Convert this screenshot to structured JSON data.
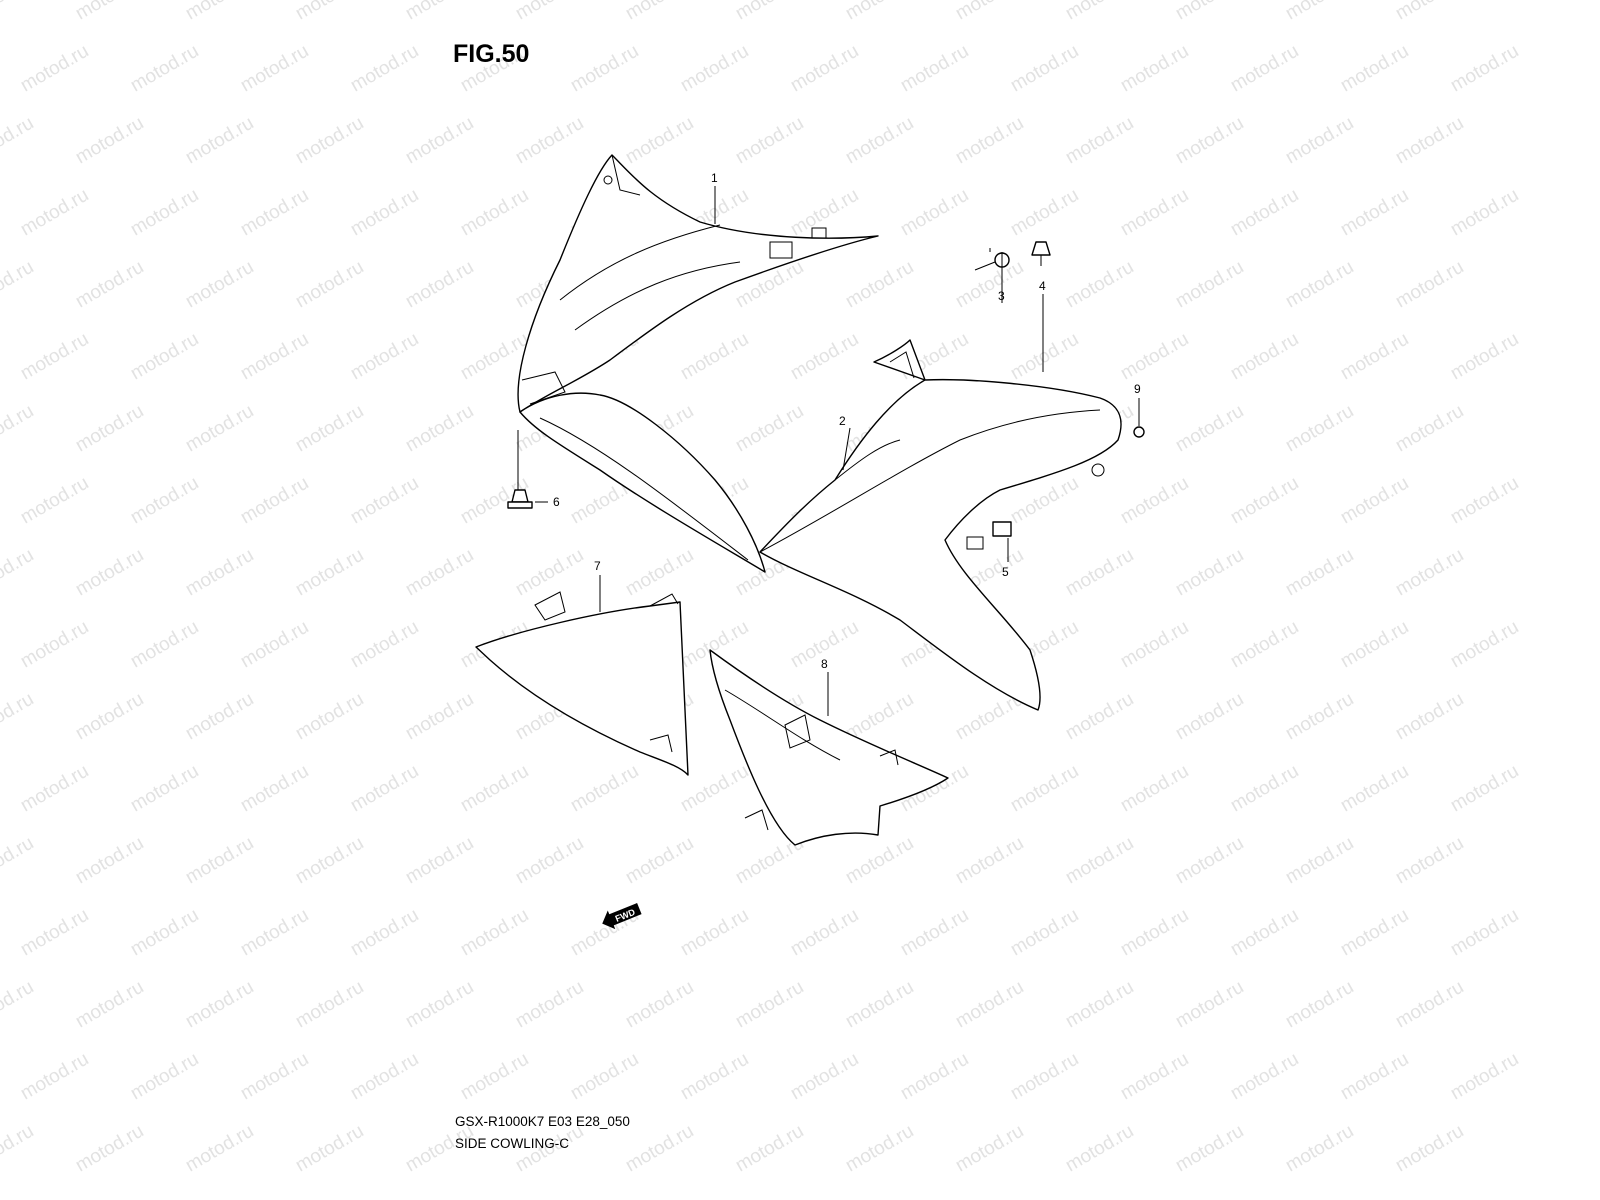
{
  "figure": {
    "title": "FIG.50",
    "code": "GSX-R1000K7 E03 E28_050",
    "name": "SIDE COWLING-C"
  },
  "watermark": "motod.ru",
  "fwd_label": "FWD",
  "parts": [
    {
      "ref": "1"
    },
    {
      "ref": "2"
    },
    {
      "ref": "3"
    },
    {
      "ref": "4"
    },
    {
      "ref": "5"
    },
    {
      "ref": "6"
    },
    {
      "ref": "7"
    },
    {
      "ref": "8"
    },
    {
      "ref": "9"
    }
  ]
}
